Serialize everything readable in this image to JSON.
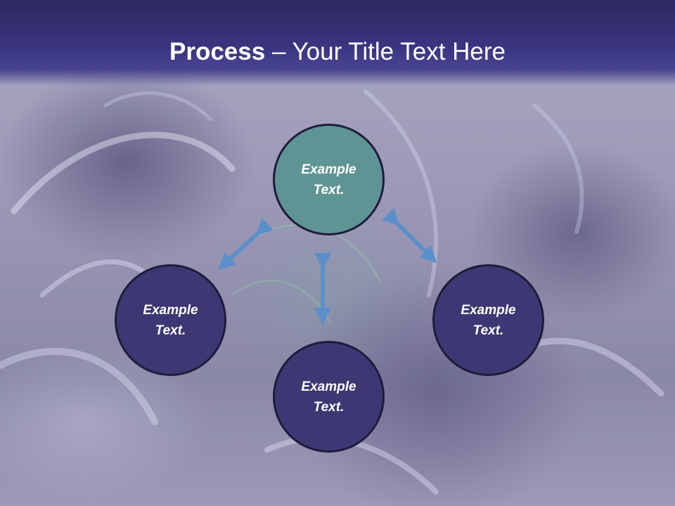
{
  "slide": {
    "title_bold": "Process",
    "title_sep": " – ",
    "title_rest": "Your Title Text Here"
  },
  "diagram": {
    "nodes": [
      {
        "id": "top",
        "line1": "Example",
        "line2": "Text.",
        "fill": "#5f9494"
      },
      {
        "id": "left",
        "line1": "Example",
        "line2": "Text.",
        "fill": "#3d3773"
      },
      {
        "id": "right",
        "line1": "Example",
        "line2": "Text.",
        "fill": "#3d3773"
      },
      {
        "id": "bottom",
        "line1": "Example",
        "line2": "Text.",
        "fill": "#3d3773"
      }
    ],
    "arrow_color": "#5b8fc9",
    "arrow_shape": "double-headed"
  },
  "colors": {
    "header": "#3a3580",
    "node_border": "#1f1c3a"
  }
}
